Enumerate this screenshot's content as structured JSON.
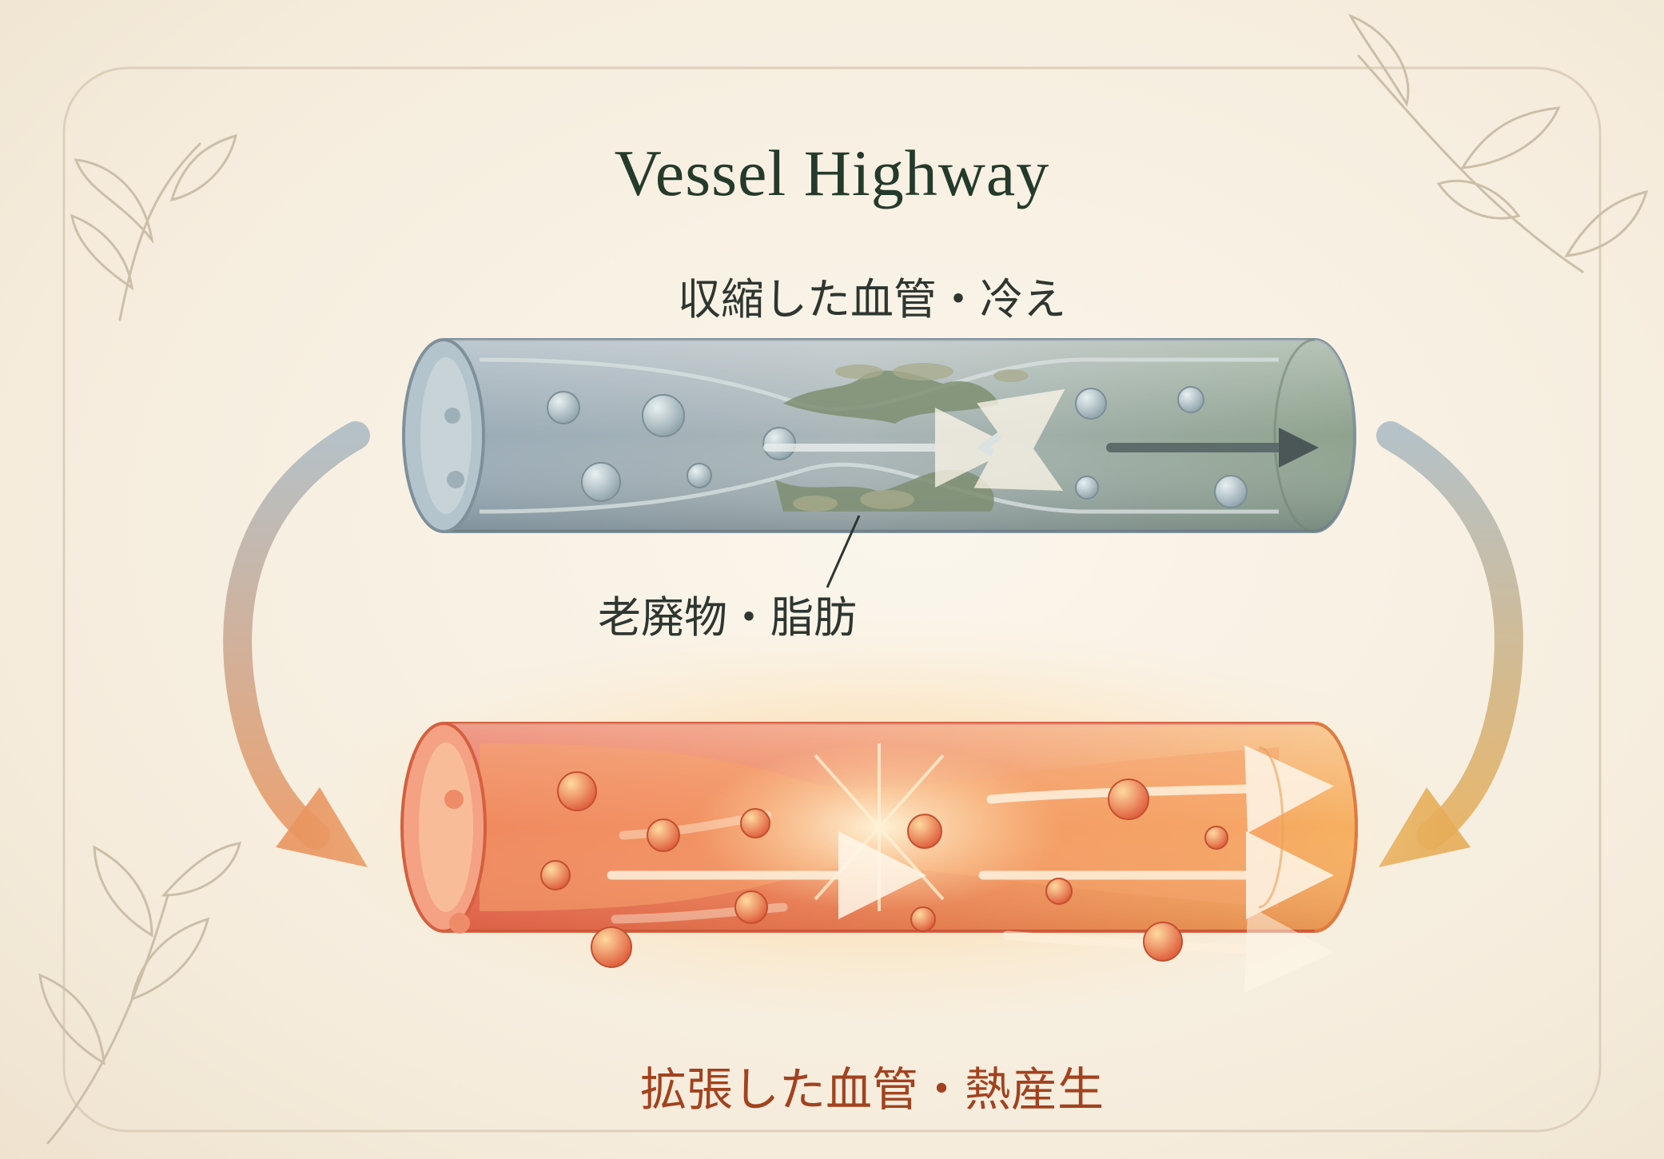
{
  "title": "Vessel Highway",
  "top_vessel": {
    "label": "収縮した血管・冷え",
    "callout_label": "老廃物・脂肪",
    "color": "#8fa3ad"
  },
  "bottom_vessel": {
    "label": "拡張した血管・熱産生",
    "color": "#ec7a55",
    "label_color": "#a2421f"
  },
  "cycle_arrows": {
    "left_icon": "curved-arrow-down-icon",
    "right_icon": "curved-arrow-down-icon"
  },
  "decoration": {
    "icon": "leaf-branch-icon"
  }
}
